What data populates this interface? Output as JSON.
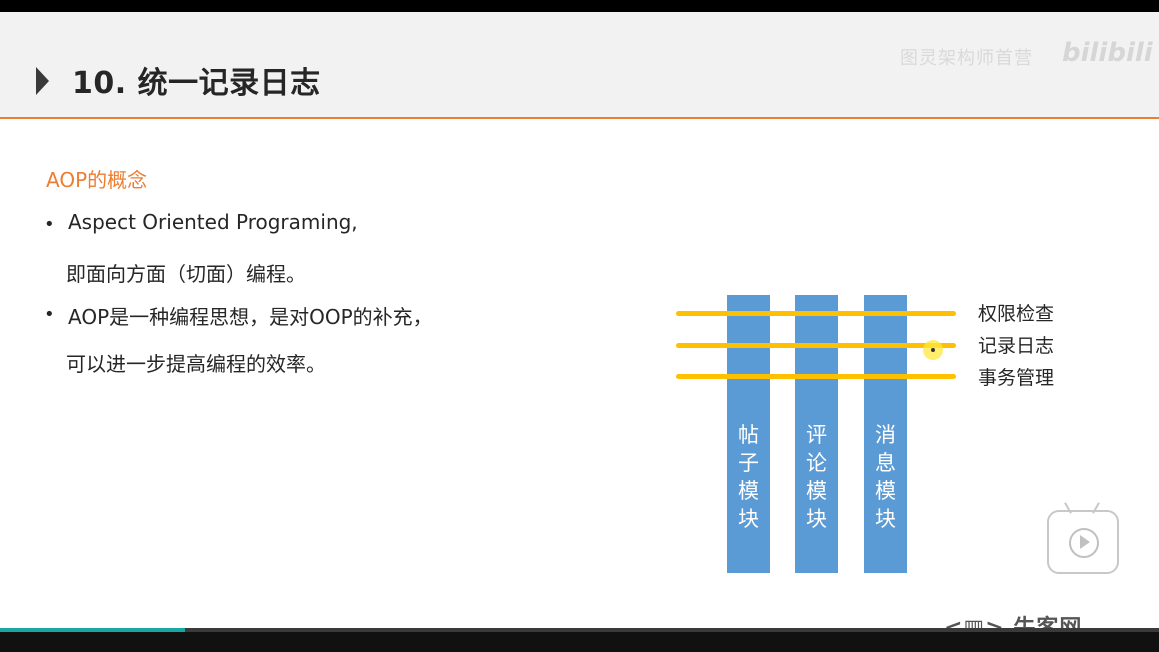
{
  "slide": {
    "title": "10. 统一记录日志",
    "watermark": "图灵架构师首营",
    "logo_text": "bilibili",
    "section_heading": "AOP的概念",
    "bullets": [
      {
        "line1": "Aspect Oriented Programing,",
        "line2": "即面向方面（切面）编程。"
      },
      {
        "line1": "AOP是一种编程思想，是对OOP的补充，",
        "line2": "可以进一步提高编程的效率。"
      }
    ],
    "bullet_symbol": "•",
    "diagram": {
      "columns": [
        "帖子模块",
        "评论模块",
        "消息模块"
      ],
      "concerns": [
        "权限检查",
        "记录日志",
        "事务管理"
      ],
      "column_color": "#5b9bd5",
      "line_color": "#ffc000"
    },
    "brand": "牛客网"
  },
  "player": {
    "progress": 0.16,
    "progress_color": "#1aa7a0",
    "play_icon": "play-icon"
  },
  "colors": {
    "accent": "#ed7d31",
    "title_bg": "#f2f2f2",
    "text": "#262626"
  }
}
